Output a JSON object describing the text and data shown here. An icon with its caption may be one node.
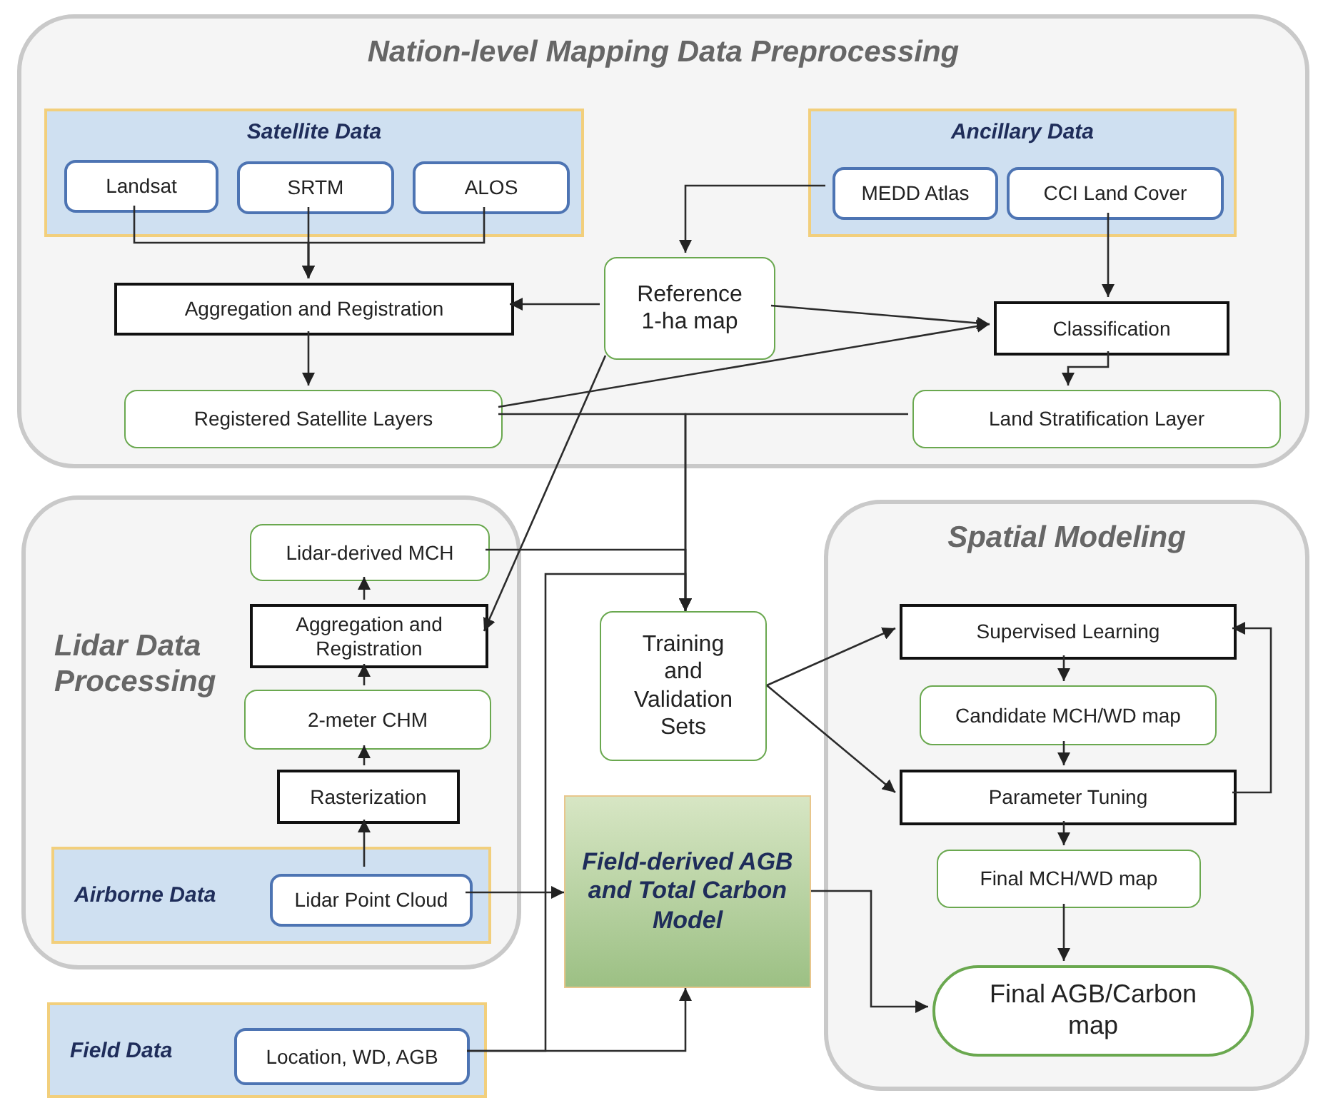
{
  "diagram": {
    "nodes": [
      {
        "text": [
          "Nation-level Mapping Data Preprocessing"
        ]
      },
      {
        "text": [
          "Satellite Data"
        ],
        "in": 0
      },
      {
        "text": [
          "Landsat"
        ],
        "in": 1
      },
      {
        "text": [
          "SRTM"
        ],
        "in": 1
      },
      {
        "text": [
          "ALOS"
        ],
        "in": 1
      },
      {
        "text": [
          "Ancillary Data"
        ],
        "in": 0
      },
      {
        "text": [
          "MEDD Atlas"
        ],
        "in": 5
      },
      {
        "text": [
          "CCI Land Cover"
        ],
        "in": 5
      },
      {
        "text": [
          "Aggregation and Registration"
        ],
        "in": 0
      },
      {
        "text": [
          "Reference 1-ha map"
        ],
        "in": 0
      },
      {
        "text": [
          "Classification"
        ],
        "in": 0
      },
      {
        "text": [
          "Registered Satellite Layers"
        ],
        "in": 0
      },
      {
        "text": [
          "Land Stratification Layer"
        ],
        "in": 0
      },
      {
        "text": [
          "Lidar Data Processing"
        ]
      },
      {
        "text": [
          "Lidar-derived MCH"
        ],
        "in": 13
      },
      {
        "text": [
          "Aggregation and Registration"
        ],
        "in": 13
      },
      {
        "text": [
          "2-meter CHM"
        ],
        "in": 13
      },
      {
        "text": [
          "Rasterization"
        ],
        "in": 13
      },
      {
        "text": [
          "Airborne Data"
        ],
        "in": 13
      },
      {
        "text": [
          "Lidar Point Cloud"
        ],
        "in": 18
      },
      {
        "text": [
          "Field Data"
        ]
      },
      {
        "text": [
          "Location, WD, AGB"
        ],
        "in": 20
      },
      {
        "text": [
          "Training and Validation Sets"
        ]
      },
      {
        "text": [
          "Field-derived AGB and Total Carbon Model"
        ]
      },
      {
        "text": [
          "Spatial Modeling"
        ]
      },
      {
        "text": [
          "Supervised Learning"
        ],
        "in": 24
      },
      {
        "text": [
          "Candidate MCH/WD map"
        ],
        "in": 24
      },
      {
        "text": [
          "Parameter Tuning"
        ],
        "in": 24
      },
      {
        "text": [
          "Final MCH/WD map"
        ],
        "in": 24
      },
      {
        "text": [
          "Final AGB/Carbon map"
        ],
        "in": 24
      }
    ],
    "edges": [
      {
        "from": 2,
        "to": 8,
        "arrow": "to"
      },
      {
        "from": 3,
        "to": 8,
        "arrow": "to"
      },
      {
        "from": 4,
        "to": 8,
        "arrow": "to"
      },
      {
        "from": 8,
        "to": 11,
        "arrow": "to"
      },
      {
        "from": 6,
        "to": 9,
        "arrow": "to"
      },
      {
        "from": 9,
        "to": 8,
        "arrow": "to"
      },
      {
        "from": 9,
        "to": 10,
        "arrow": "to"
      },
      {
        "from": 11,
        "to": 10,
        "arrow": "to"
      },
      {
        "from": 7,
        "to": 10,
        "arrow": "to"
      },
      {
        "from": 10,
        "to": 12,
        "arrow": "to"
      },
      {
        "from": 9,
        "to": 15,
        "arrow": "to"
      },
      {
        "from": 11,
        "to": 22,
        "arrow": "to"
      },
      {
        "from": 12,
        "to": 22,
        "arrow": "to"
      },
      {
        "from": 14,
        "to": 22,
        "arrow": "to"
      },
      {
        "from": 21,
        "to": 22,
        "arrow": "to"
      },
      {
        "from": 21,
        "to": 23,
        "arrow": "to"
      },
      {
        "from": 19,
        "to": 23,
        "arrow": "to"
      },
      {
        "from": 19,
        "to": 17,
        "arrow": "to"
      },
      {
        "from": 17,
        "to": 16,
        "arrow": "to"
      },
      {
        "from": 16,
        "to": 15,
        "arrow": "to"
      },
      {
        "from": 15,
        "to": 14,
        "arrow": "to"
      },
      {
        "from": 22,
        "to": 25,
        "arrow": "to"
      },
      {
        "from": 22,
        "to": 27,
        "arrow": "to"
      },
      {
        "from": 25,
        "to": 26,
        "arrow": "to"
      },
      {
        "from": 26,
        "to": 27,
        "arrow": "to"
      },
      {
        "from": 27,
        "to": 28,
        "arrow": "to"
      },
      {
        "from": 28,
        "to": 29,
        "arrow": "to"
      },
      {
        "from": 27,
        "to": 25,
        "arrow": "to"
      },
      {
        "from": 23,
        "to": 29,
        "arrow": "to"
      }
    ]
  }
}
